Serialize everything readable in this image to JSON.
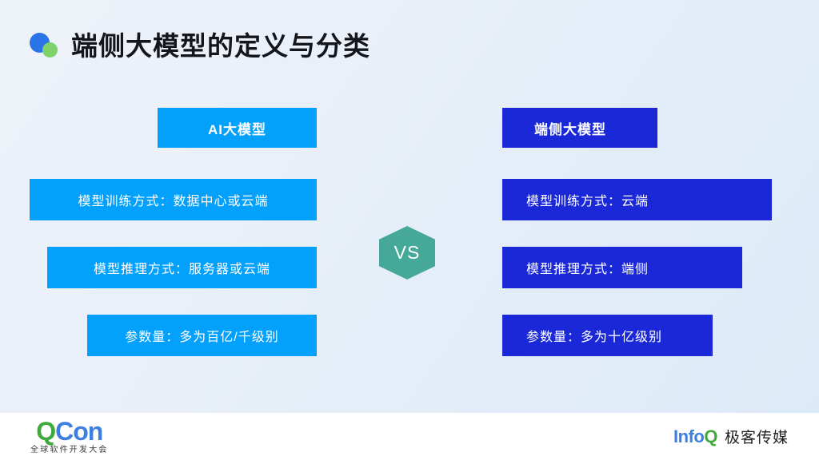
{
  "slide": {
    "title": "端侧大模型的定义与分类",
    "title_icon_primary": "circle-blue-icon",
    "title_icon_secondary": "circle-green-icon",
    "background_top_color": "#eef2f9",
    "background_bottom_color": "#dceaf7"
  },
  "comparison": {
    "vs_label": "VS",
    "vs_color": "#45a898",
    "left": {
      "heading": "AI大模型",
      "accent_color": "#03a0fc",
      "items": [
        {
          "label": "模型训练方式：数据中心或云端"
        },
        {
          "label": "模型推理方式：服务器或云端"
        },
        {
          "label": "参数量：多为百亿/千级别"
        }
      ]
    },
    "right": {
      "heading": "端侧大模型",
      "accent_color": "#1a28d8",
      "items": [
        {
          "label": "模型训练方式：云端"
        },
        {
          "label": "模型推理方式：端侧"
        },
        {
          "label": "参数量：多为十亿级别"
        }
      ]
    }
  },
  "footer": {
    "qcon": {
      "mark_first": "Q",
      "mark_rest": "Con",
      "tagline": "全球软件开发大会",
      "first_color": "#3faa3c",
      "rest_color": "#3d7fe0"
    },
    "infoq": {
      "mark_first": "Info",
      "mark_rest": "Q",
      "brand": "极客传媒",
      "first_color": "#3d7fe0",
      "rest_color": "#3faa3c"
    }
  }
}
